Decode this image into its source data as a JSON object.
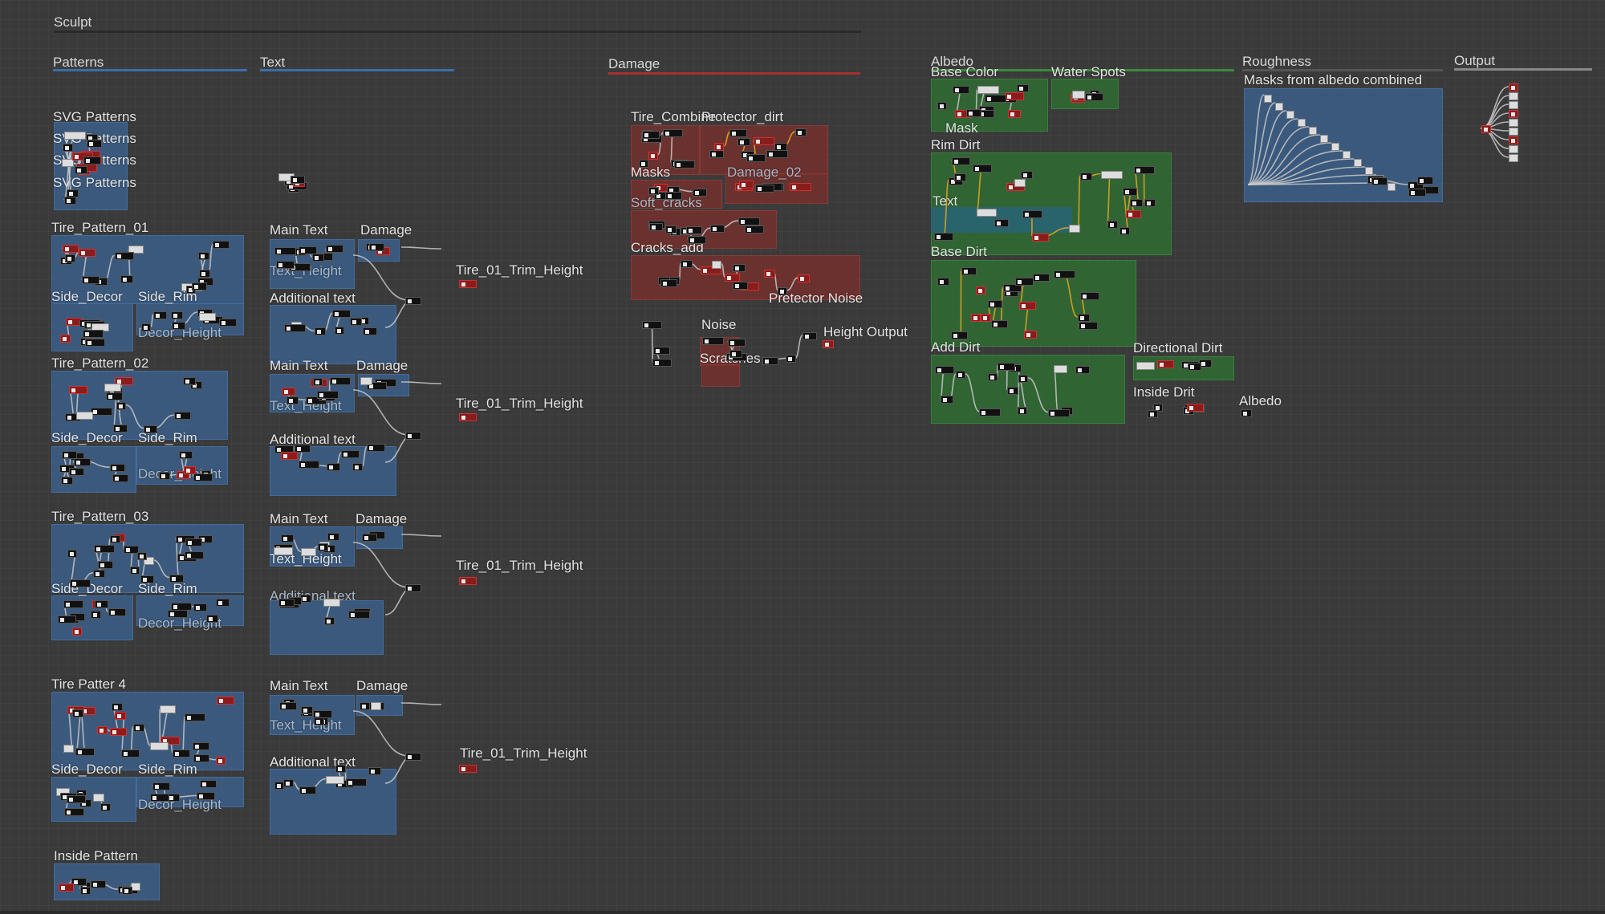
{
  "window": {
    "title": "Sculpt"
  },
  "sections": {
    "patterns": "Patterns",
    "text": "Text",
    "damage": "Damage",
    "albedo": "Albedo",
    "roughness": "Roughness",
    "output": "Output"
  },
  "svg_patterns": [
    "SVG Patterns",
    "SVG Patterns",
    "SVG Patterns",
    "SVG Patterns"
  ],
  "tire_rows": [
    {
      "pattern": "Tire_Pattern_01",
      "side_decor": "Side_Decor",
      "side_rim": "Side_Rim",
      "decor_height": "Decor_Height",
      "main_text": "Main Text",
      "damage": "Damage",
      "text_height": "Text_Height",
      "additional_text": "Additional text",
      "trim": "Tire_01_Trim_Height"
    },
    {
      "pattern": "Tire_Pattern_02",
      "side_decor": "Side_Decor",
      "side_rim": "Side_Rim",
      "decor_height": "Decor_Height",
      "main_text": "Main Text",
      "damage": "Damage",
      "text_height": "Text_Height",
      "additional_text": "Additional text",
      "trim": "Tire_01_Trim_Height"
    },
    {
      "pattern": "Tire_Pattern_03",
      "side_decor": "Side_Decor",
      "side_rim": "Side_Rim",
      "decor_height": "Decor_Height",
      "main_text": "Main Text",
      "damage": "Damage",
      "text_height": "Text_Height",
      "additional_text": "Additional text",
      "trim": "Tire_01_Trim_Height"
    },
    {
      "pattern": "Tire Patter 4",
      "side_decor": "Side_Decor",
      "side_rim": "Side_Rim",
      "decor_height": "Decor_Height",
      "main_text": "Main Text",
      "damage": "Damage",
      "text_height": "Text_Height",
      "additional_text": "Additional text",
      "trim": "Tire_01_Trim_Height"
    }
  ],
  "inside_pattern": "Inside Pattern",
  "damage_frames": {
    "tire_combine": "Tire_Combine",
    "protector_dirt": "Protector_dirt",
    "masks": "Masks",
    "damage_02": "Damage_02",
    "soft_cracks": "Soft_cracks",
    "cracks_add": "Cracks_add",
    "protector_noise": "Pretector Noise",
    "noise": "Noise",
    "scratches": "Scratches",
    "height_output": "Height Output"
  },
  "albedo_frames": {
    "base_color": "Base Color",
    "water_spots": "Water Spots",
    "mask": "Mask",
    "rim_dirt": "Rim Dirt",
    "text": "Text",
    "base_dirt": "Base Dirt",
    "add_dirt": "Add Dirt",
    "directional_dirt": "Directional Dirt",
    "inside_dirt": "Inside Drit",
    "albedo": "Albedo"
  },
  "roughness_frames": {
    "masks_combined": "Masks from albedo combined"
  },
  "colors": {
    "background": "#3a3a3a",
    "frame_blue": "#3a608c",
    "frame_red": "#78302c",
    "frame_green": "#2e6e32",
    "wire": "#c8c8c8",
    "wire_highlight": "#e8a820",
    "section_blue": "#3a6ea8",
    "section_red": "#a83030",
    "section_green": "#3a8a3a",
    "section_gray": "#888888"
  }
}
